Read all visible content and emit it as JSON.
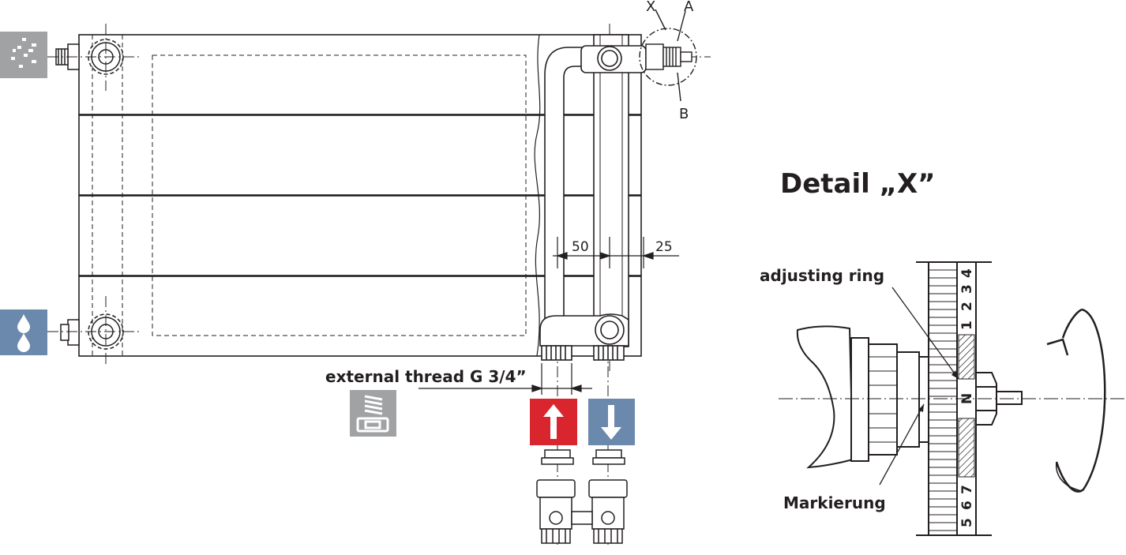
{
  "drawing": {
    "callouts": {
      "x": "X",
      "a": "A",
      "b": "B"
    },
    "dimensions": {
      "inlet_spacing": "50",
      "wall_offset": "25"
    },
    "thread_label": "external thread G 3/4”",
    "icons": {
      "vent": "air-vent-icon",
      "drain": "water-drain-icon",
      "thread": "threaded-fitting-icon",
      "flow": "flow-up-arrow-icon",
      "return": "return-down-arrow-icon"
    }
  },
  "detail": {
    "title": "Detail „X”",
    "adjusting_ring_label": "adjusting ring",
    "marking_label": "Markierung",
    "scale": {
      "top": "4",
      "top2": "3",
      "top3": "2",
      "top4": "1",
      "center": "N",
      "bottom": "7",
      "bottom2": "6",
      "bottom3": "5"
    }
  },
  "colors": {
    "line": "#231f20",
    "flow_red": "#d9262e",
    "return_blue": "#6b88ad",
    "icon_gray": "#a0a2a4",
    "drain_blue": "#6b88ad"
  }
}
